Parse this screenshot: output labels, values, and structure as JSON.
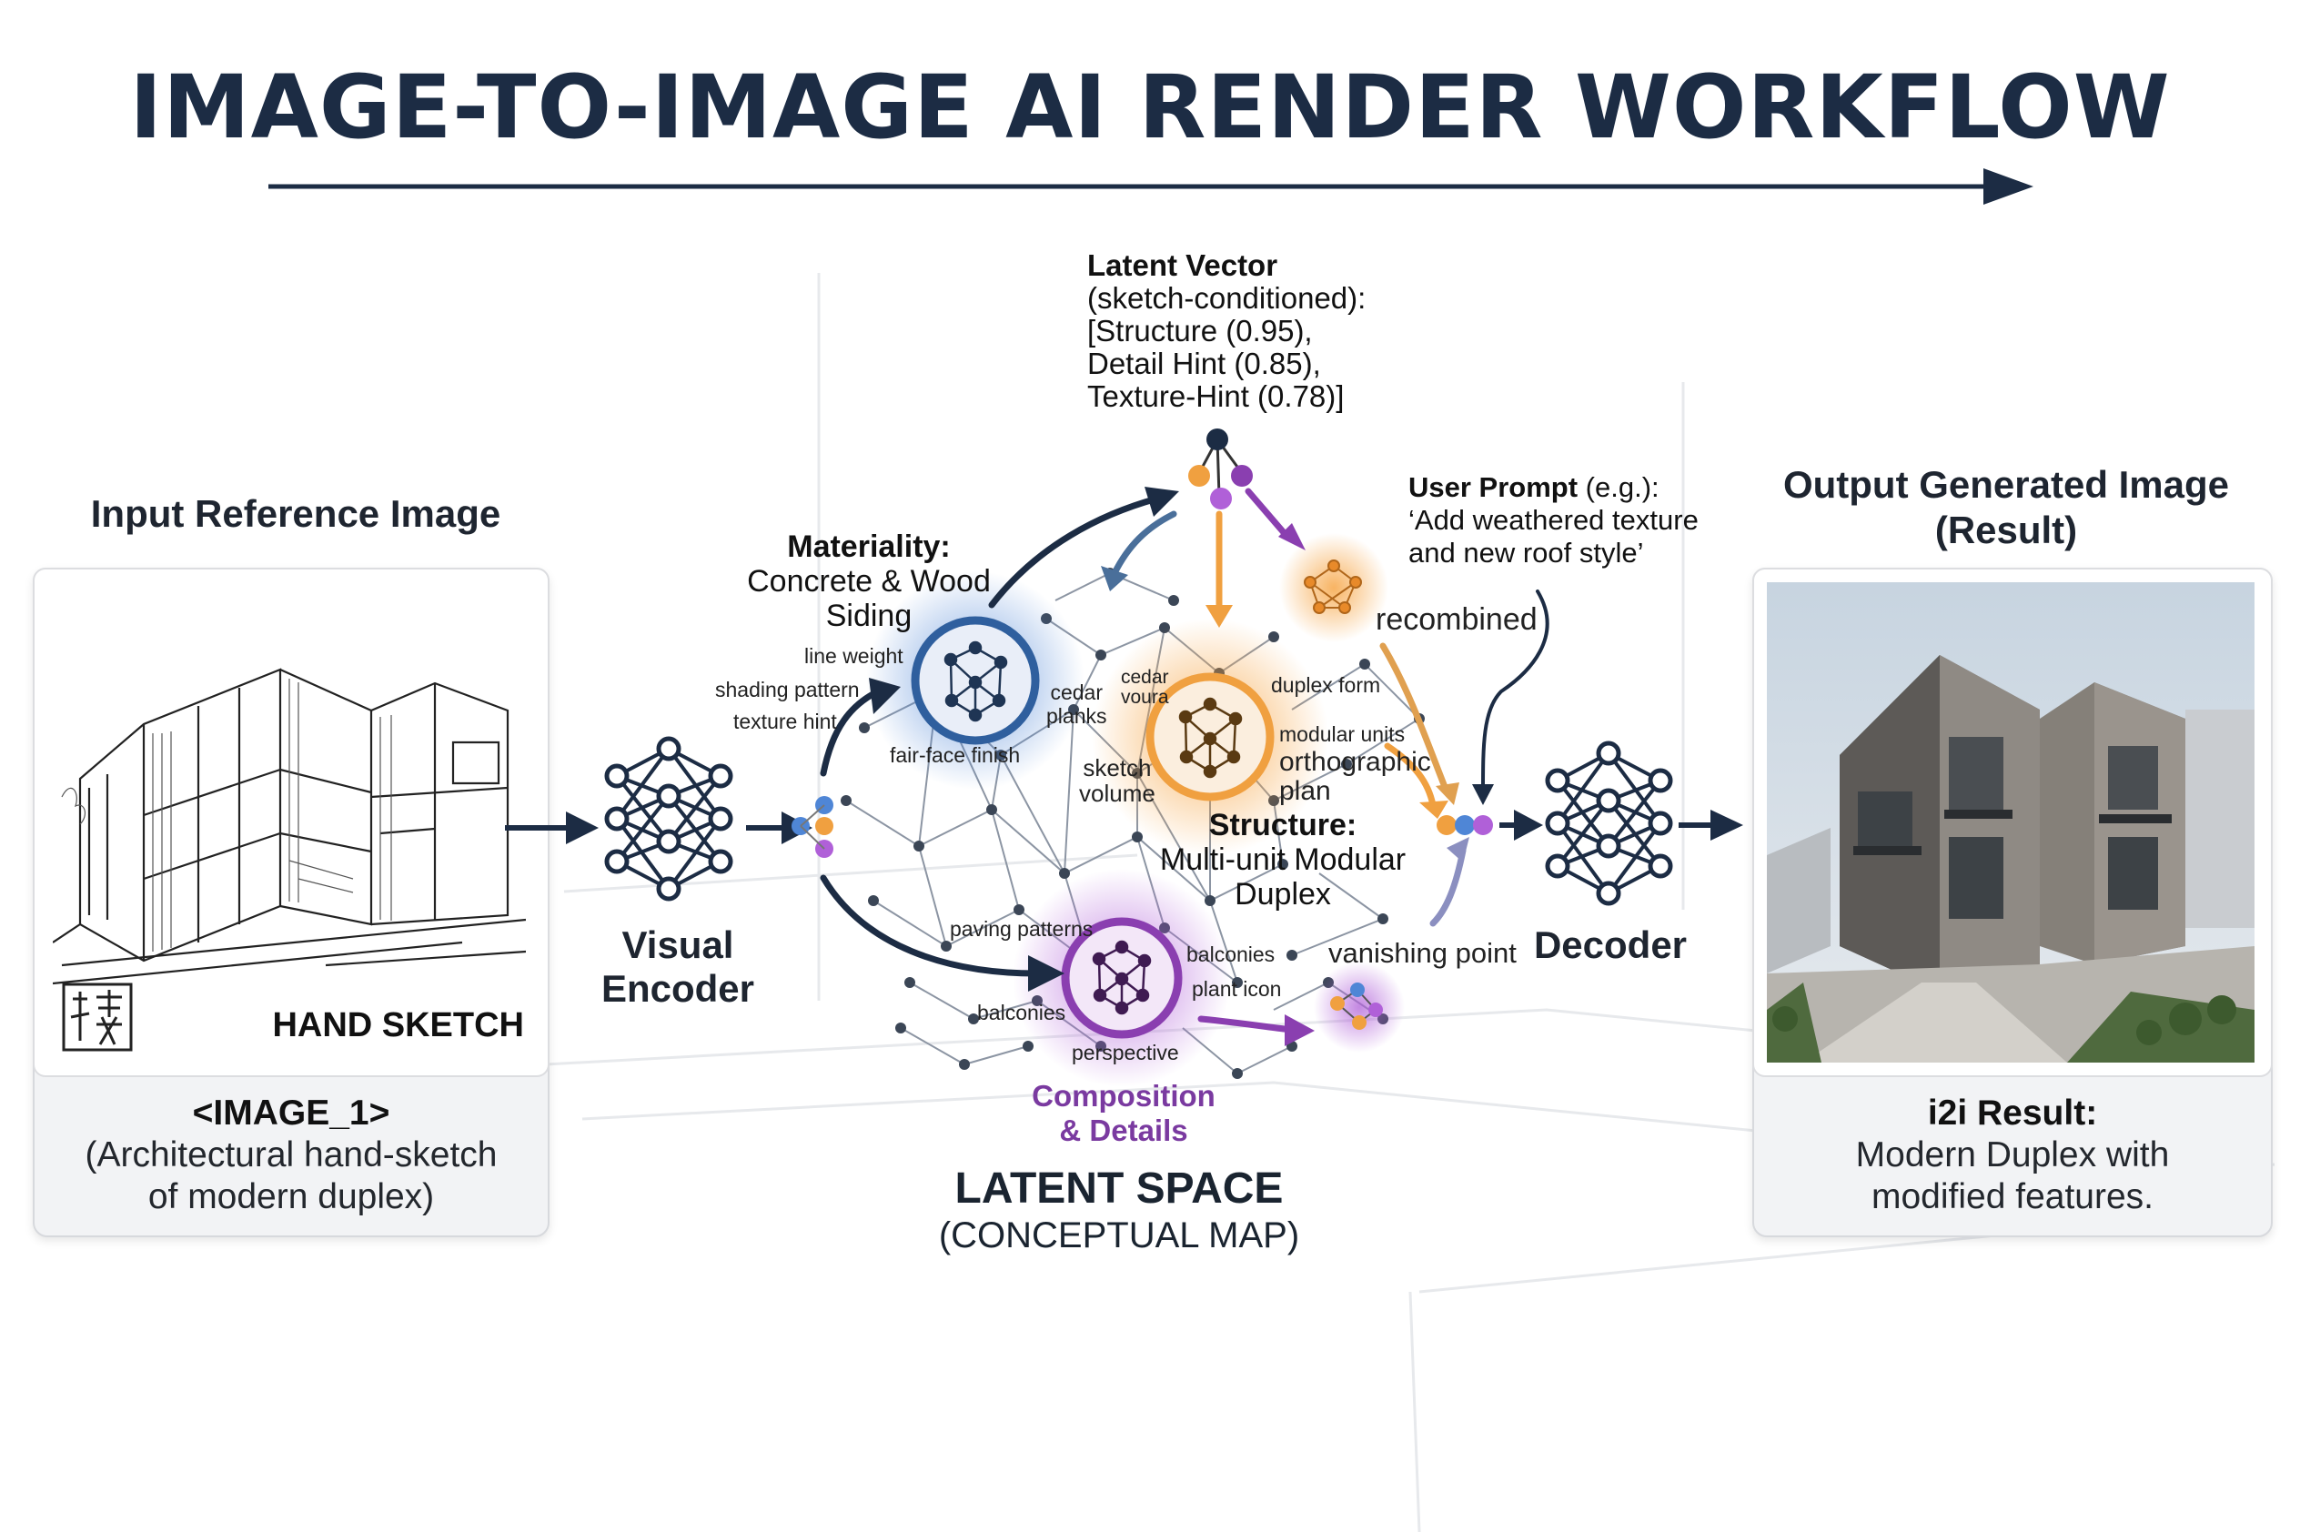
{
  "title": "IMAGE-TO-IMAGE AI RENDER WORKFLOW",
  "input": {
    "heading": "Input Reference Image",
    "sketch_label": "HAND SKETCH",
    "caption_line1": "<IMAGE_1>",
    "caption_line2": "(Architectural hand-sketch",
    "caption_line3": "of modern duplex)"
  },
  "encoder": {
    "line1": "Visual",
    "line2": "Encoder"
  },
  "decoder": {
    "label": "Decoder"
  },
  "latent_vector": {
    "heading": "Latent Vector",
    "line1": "(sketch-conditioned):",
    "line2": "[Structure (0.95),",
    "line3": "Detail Hint (0.85),",
    "line4": "Texture-Hint (0.78)]"
  },
  "user_prompt": {
    "heading": "User Prompt",
    "suffix": " (e.g.):",
    "line1": "‘Add weathered texture",
    "line2": "and new roof style’"
  },
  "recombined": "recombined",
  "materiality": {
    "heading": "Materiality:",
    "line1": "Concrete & Wood",
    "line2": "Siding"
  },
  "structure": {
    "heading": "Structure:",
    "line1": "Multi-unit Modular",
    "line2": "Duplex"
  },
  "composition": {
    "line1": "Composition",
    "line2": "& Details"
  },
  "latent_space": {
    "line1": "LATENT SPACE",
    "line2": "(CONCEPTUAL MAP)"
  },
  "map_labels": {
    "line_weight": "line weight",
    "shading_pattern": "shading pattern",
    "texture_hint": "texture hint",
    "fair_face": "fair-face finish",
    "cedar_planks_1": "cedar",
    "cedar_planks_2": "planks",
    "cedar_voura_1": "cedar",
    "cedar_voura_2": "voura",
    "duplex_form": "duplex form",
    "modular_units": "modular units",
    "orthographic_1": "orthographic",
    "orthographic_2": "plan",
    "sketch_volume_1": "sketch",
    "sketch_volume_2": "volume",
    "paving_patterns": "paving patterns",
    "balconies_right": "balconies",
    "plant_icon": "plant icon",
    "balconies_left": "balconies",
    "perspective": "perspective",
    "vanishing_point": "vanishing point"
  },
  "output": {
    "heading_line1": "Output Generated Image",
    "heading_line2": "(Result)",
    "caption_line1": "i2i Result:",
    "caption_line2": "Modern Duplex with",
    "caption_line3": "modified features."
  },
  "colors": {
    "navy": "#1c2c44",
    "materiality_blue": "#2f5f9e",
    "structure_orange": "#f0a040",
    "composition_purple": "#8a3fb0"
  }
}
